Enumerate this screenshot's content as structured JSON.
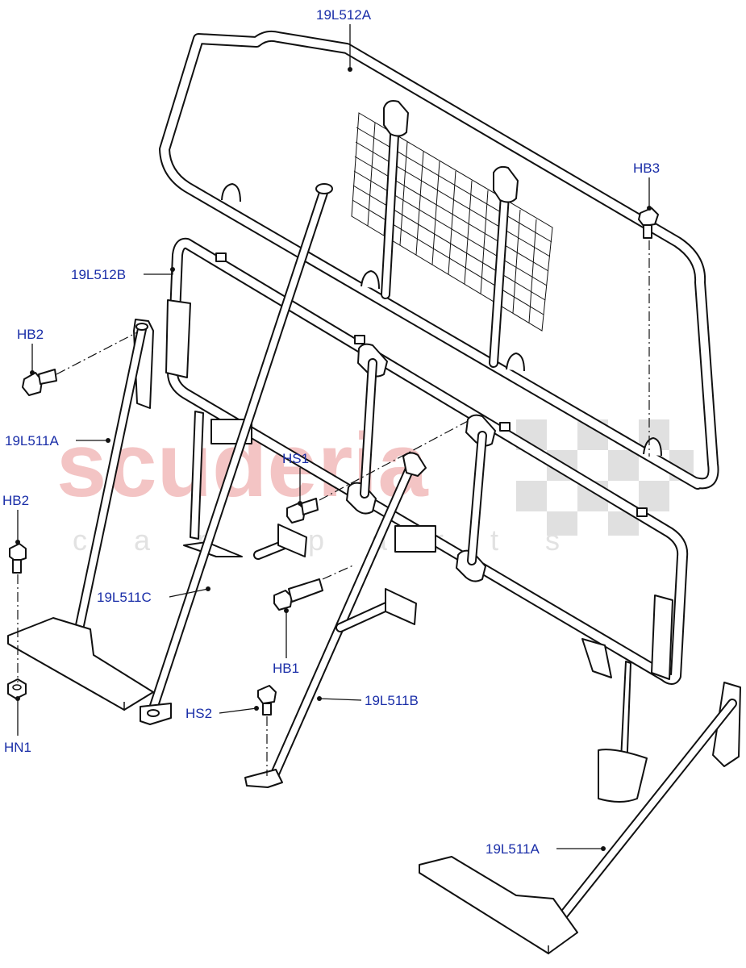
{
  "watermark": {
    "brand": "scuderia",
    "tagline": "car parts"
  },
  "callouts": [
    {
      "id": "19L512A",
      "text": "19L512A"
    },
    {
      "id": "19L512B",
      "text": "19L512B"
    },
    {
      "id": "HB3",
      "text": "HB3"
    },
    {
      "id": "HB2-upper",
      "text": "HB2"
    },
    {
      "id": "19L511A-left",
      "text": "19L511A"
    },
    {
      "id": "HS1",
      "text": "HS1"
    },
    {
      "id": "HB2-lower",
      "text": "HB2"
    },
    {
      "id": "19L511C",
      "text": "19L511C"
    },
    {
      "id": "HB1",
      "text": "HB1"
    },
    {
      "id": "HN1",
      "text": "HN1"
    },
    {
      "id": "HS2",
      "text": "HS2"
    },
    {
      "id": "19L511B",
      "text": "19L511B"
    },
    {
      "id": "19L511A-right",
      "text": "19L511A"
    }
  ],
  "colors": {
    "label": "#1a2ea8",
    "line": "#111111",
    "watermark_brand": "#f3c4c4",
    "watermark_checker": "#dcdcdc"
  }
}
